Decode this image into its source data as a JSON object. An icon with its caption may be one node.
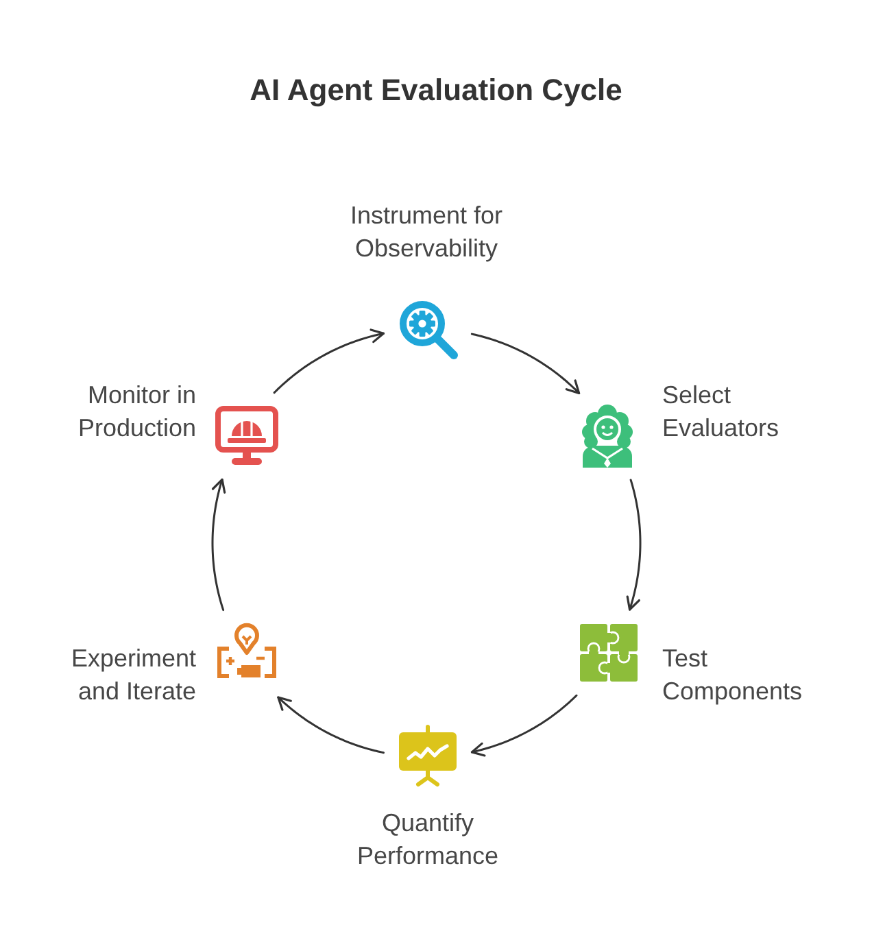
{
  "diagram": {
    "title": "AI Agent Evaluation Cycle",
    "nodes": [
      {
        "text": [
          "Instrument for Observability"
        ]
      },
      {
        "text": [
          "Select Evaluators"
        ]
      },
      {
        "text": [
          "Test Components"
        ]
      },
      {
        "text": [
          "Quantify Performance"
        ]
      },
      {
        "text": [
          "Experiment and Iterate"
        ]
      },
      {
        "text": [
          "Monitor in Production"
        ]
      }
    ],
    "edges": [
      {
        "from": 0,
        "to": 1,
        "arrow": "to"
      },
      {
        "from": 1,
        "to": 2,
        "arrow": "to"
      },
      {
        "from": 2,
        "to": 3,
        "arrow": "to"
      },
      {
        "from": 3,
        "to": 4,
        "arrow": "to"
      },
      {
        "from": 4,
        "to": 5,
        "arrow": "to"
      },
      {
        "from": 5,
        "to": 0,
        "arrow": "to"
      }
    ]
  }
}
